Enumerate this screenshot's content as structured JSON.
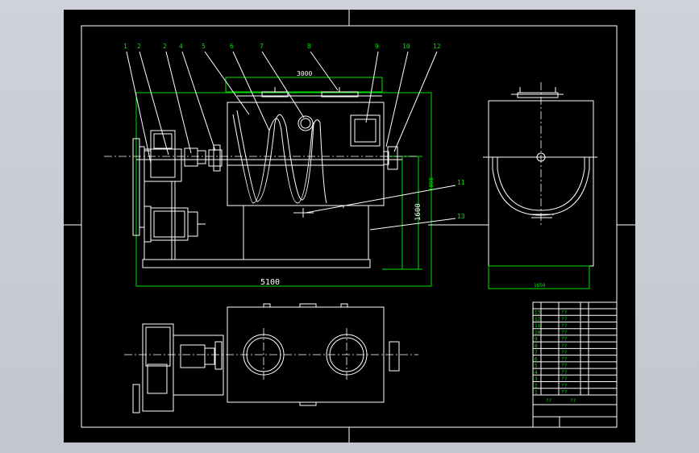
{
  "drawing": {
    "part_labels": [
      "1",
      "2",
      "2",
      "4",
      "5",
      "6",
      "7",
      "8",
      "9",
      "10",
      "12",
      "11",
      "13"
    ],
    "dimensions": {
      "top_width": "3000",
      "overall_length": "5100",
      "height": "1600",
      "inner_height": "1098",
      "side_width": "1650"
    },
    "parts_table": {
      "item_numbers": [
        "13",
        "12",
        "11",
        "10",
        "9",
        "8",
        "7",
        "6",
        "5",
        "4",
        "3",
        "2",
        "1"
      ],
      "cell_text": "??",
      "bottom_text": "??"
    }
  }
}
